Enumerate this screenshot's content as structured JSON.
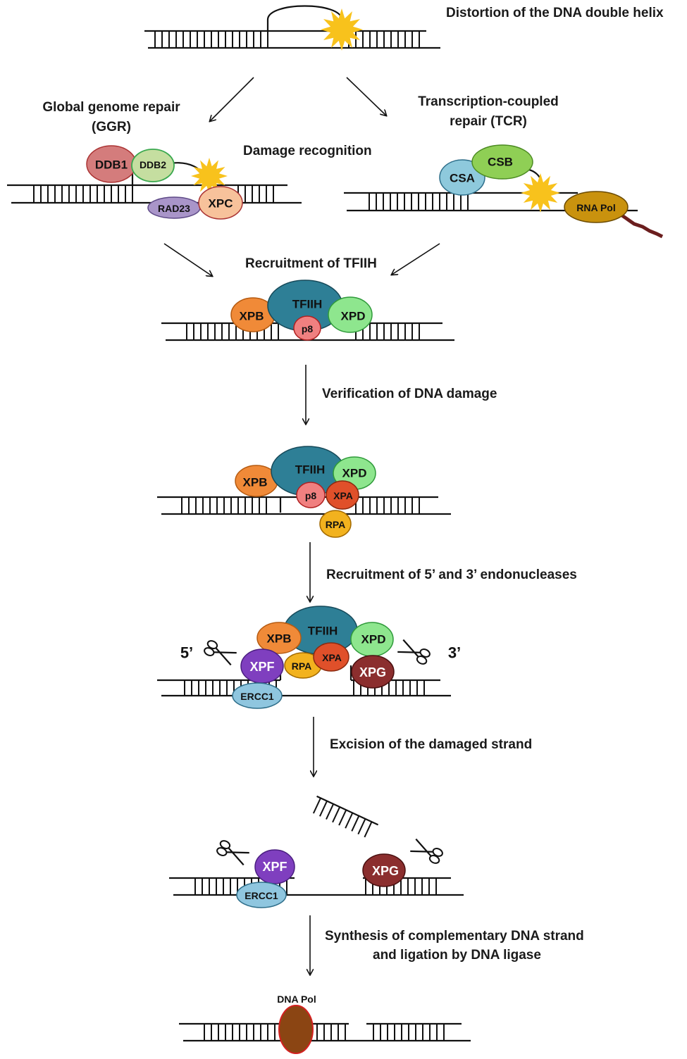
{
  "captions": {
    "distortion": "Distortion  of the DNA double helix",
    "ggr_line1": "Global genome repair",
    "ggr_line2": "(GGR)",
    "tcr_line1": "Transcription-coupled",
    "tcr_line2": "repair (TCR)",
    "damage_recognition": "Damage recognition",
    "recruitment_tfiih": "Recruitment of TFIIH",
    "verification": "Verification of DNA damage",
    "endonucleases": "Recruitment of 5’ and 3’ endonucleases",
    "excision": "Excision of the damaged strand",
    "synthesis_line1": "Synthesis of complementary DNA strand",
    "synthesis_line2": "and ligation by DNA ligase"
  },
  "proteins": {
    "ddb1": "DDB1",
    "ddb2": "DDB2",
    "rad23": "RAD23",
    "xpc": "XPC",
    "csa": "CSA",
    "csb": "CSB",
    "rna_pol": "RNA Pol",
    "tfiih": "TFIIH",
    "xpb": "XPB",
    "xpd": "XPD",
    "p8": "p8",
    "xpa": "XPA",
    "rpa": "RPA",
    "xpf": "XPF",
    "xpg": "XPG",
    "ercc1": "ERCC1",
    "dna_pol": "DNA Pol"
  },
  "ends": {
    "five_prime": "5’",
    "three_prime": "3’"
  },
  "colors": {
    "ddb1": "#d47c7c",
    "ddb2": "#c5dea0",
    "rad23": "#a995c9",
    "xpc": "#f7c29b",
    "csa": "#8ec9dc",
    "csb": "#8fcf55",
    "rna_pol": "#c9920e",
    "tfiih": "#2e7f96",
    "xpb": "#f08a38",
    "xpd": "#8ee68e",
    "p8": "#f08080",
    "xpa": "#e0502a",
    "rpa": "#f2b21e",
    "xpf": "#7f3fbf",
    "xpg": "#8b2e2e",
    "ercc1": "#8fc6df",
    "dna_pol": "#8b4513",
    "damage_star": "#f8c21c"
  }
}
